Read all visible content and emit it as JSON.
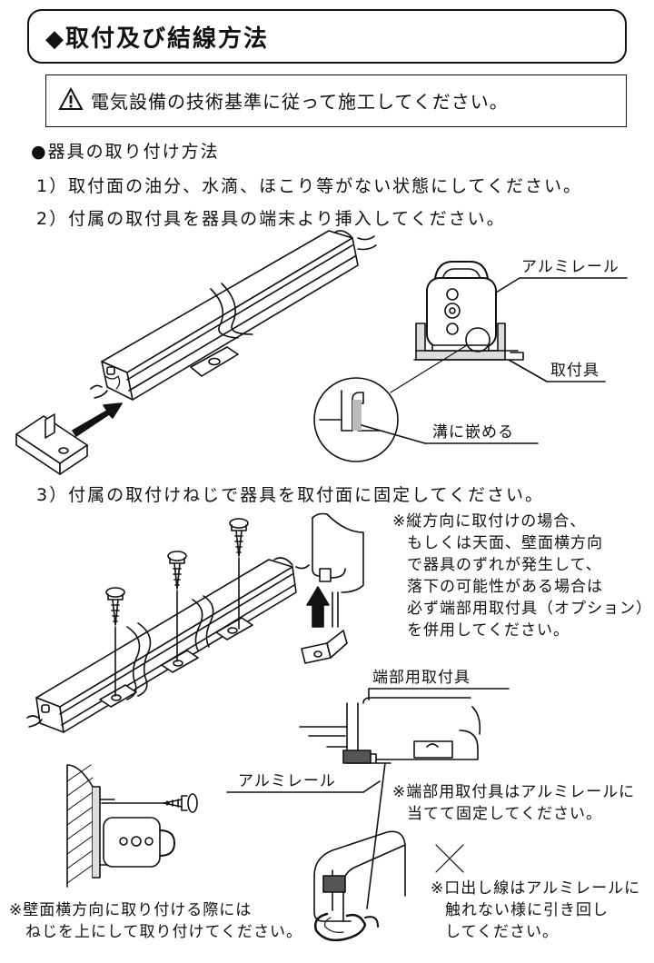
{
  "header": {
    "title": "取付及び結線方法"
  },
  "warning": {
    "icon": "warning-triangle-icon",
    "text": "電気設備の技術基準に従って施工してください。"
  },
  "section": {
    "heading": "●器具の取り付け方法",
    "steps": [
      "1）取付面の油分、水滴、ほこり等がない状態にしてください。",
      "2）付属の取付具を器具の端末より挿入してください。",
      "3）付属の取付けねじで器具を取付面に固定してください。"
    ]
  },
  "labels": {
    "alumi_rail_1": "アルミレール",
    "mounting_bracket": "取付具",
    "groove": "溝に嵌める",
    "end_bracket": "端部用取付具",
    "alumi_rail_2": "アルミレール"
  },
  "notes": {
    "vertical": [
      "※縦方向に取付けの場合、",
      "もしくは天面、壁面横方向",
      "で器具のずれが発生して、",
      "落下の可能性がある場合は",
      "必ず端部用取付具（オプション）",
      "を併用してください。"
    ],
    "end_bracket": [
      "※端部用取付具はアルミレールに",
      "当てて固定してください。"
    ],
    "wire": [
      "※口出し線はアルミレールに",
      "触れない様に引き回し",
      "してください。"
    ],
    "wall": [
      "※壁面横方向に取り付ける際には",
      "ねじを上にして取り付けてください。"
    ]
  }
}
